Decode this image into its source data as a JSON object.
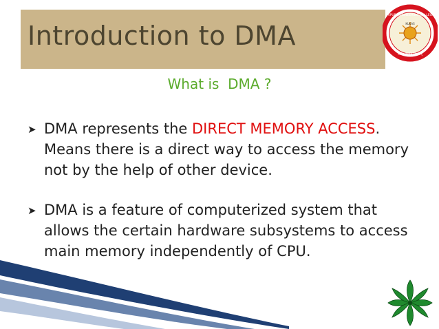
{
  "title": "Introduction to DMA",
  "subtitle": "What is  DMA ?",
  "logo": {
    "top_text": "JAIPUR ENGINEERING COLLEGE",
    "sub_text": "KUKAS",
    "bottom_text": "विद्या ददाति विनयम्",
    "ring_color": "#d6131e"
  },
  "bullets": [
    {
      "before": "DMA represents the ",
      "highlight": "DIRECT MEMORY ACCESS",
      "after": ". Means there is a direct way to access the memory not by the help of other device."
    },
    {
      "text": "DMA is a feature of computerized system that allows the certain hardware subsystems to access main memory independently of CPU."
    }
  ],
  "colors": {
    "title_bar": "#cbb58a",
    "title_text": "#4d4530",
    "subtitle": "#5bab2c",
    "highlight": "#e01010",
    "swoosh": "#1f3f73",
    "leaf": "#1f8a2e"
  },
  "icons": [
    "college-logo",
    "bullet-arrow-icon",
    "leaf-ornament-icon"
  ]
}
